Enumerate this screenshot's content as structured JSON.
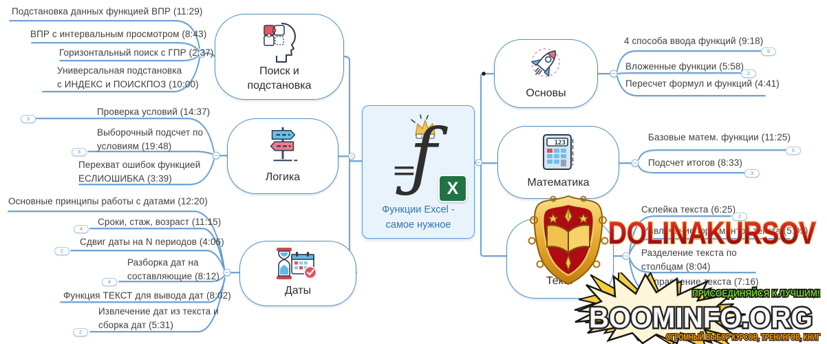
{
  "center": {
    "label": "Функции Excel -\nсамое нужное",
    "formula_eq": "=",
    "formula_f": "ƒ",
    "excel_x": "X"
  },
  "left_branches": [
    {
      "label": "Поиск и\nподстановка",
      "icon": "puzzle-head-icon",
      "items": [
        {
          "label": "Подстановка данных функцией ВПР (11:29)"
        },
        {
          "label": "ВПР с интервальным просмотром (8:43)"
        },
        {
          "label": "Горизонтальный поиск с ГПР (2:37)"
        },
        {
          "label": "Универсальная подстановка\nс ИНДЕКС и ПОИСКПОЗ (10:00)"
        }
      ]
    },
    {
      "label": "Логика",
      "icon": "signpost-icon",
      "items": [
        {
          "label": "Проверка условий (14:37)",
          "badge": "3"
        },
        {
          "label": "Выборочный подсчет по\nусловиям (19:48)",
          "badge": "3"
        },
        {
          "label": "Перехват ошибок функцией\nЕСЛИОШИБКА (3:39)"
        }
      ]
    },
    {
      "label": "Даты",
      "icon": "hourglass-calendar-icon",
      "items": [
        {
          "label": "Основные принципы работы с датами (12:20)"
        },
        {
          "label": "Сроки, стаж, возраст (11:15)",
          "badge": "4"
        },
        {
          "label": "Сдвиг даты на N периодов (4:06)",
          "badge": "2"
        },
        {
          "label": "Разборка дат на\nсоставляющие (8:12)",
          "badge": "4"
        },
        {
          "label": "Функция ТЕКСТ для вывода дат (8:02)"
        },
        {
          "label": "Извлечение дат из текста и\nсборка дат (5:31)",
          "badge": "2"
        }
      ]
    }
  ],
  "right_branches": [
    {
      "label": "Основы",
      "icon": "rocket-icon",
      "items": [
        {
          "label": "4 способа ввода функций (9:18)",
          "badge": "9"
        },
        {
          "label": "Вложенные функции (5:58)",
          "badge": "2"
        },
        {
          "label": "Пересчет формул и функций (4:41)"
        }
      ]
    },
    {
      "label": "Математика",
      "icon": "calculator-icon",
      "items": [
        {
          "label": "Базовые матем. функции (11:25)",
          "badge": "5"
        },
        {
          "label": "Подсчет итогов (8:33)",
          "badge": "3"
        }
      ]
    },
    {
      "label": "Текст",
      "icon": "shield-emblem-icon",
      "items": [
        {
          "label": "Склейка текста (6:25)",
          "badge": "2"
        },
        {
          "label": "Извлечение фрагментов текста (5:09)"
        },
        {
          "label": "Разделение текста по\nстолбцам (8:04)"
        },
        {
          "label": "Исправление текста (7:16)"
        }
      ]
    }
  ],
  "watermarks": {
    "dolinakursov": "DOLINAKURSOV",
    "boominfo_top": "ПРИСОЕДИНЯЙСЯ К ЛУЧШИМ!",
    "boominfo_main": "BOOMINFO.ORG",
    "boominfo_bottom": "ОГРОМНЫЙ ВЫБОР КУРСОВ, ТРЕНИНГОВ, КНИГ"
  },
  "colors": {
    "line": "#5b9bd5",
    "node_border": "#4e8fc4",
    "center_fill": "#e9f3fb",
    "center_text": "#2e75b6",
    "excel_green": "#217346",
    "badge_border": "#abc9e4",
    "watermark_red": "#c61620",
    "watermark_gold": "#edb23c",
    "boominfo_green": "#72d021",
    "boominfo_orange": "#f6a21c"
  }
}
